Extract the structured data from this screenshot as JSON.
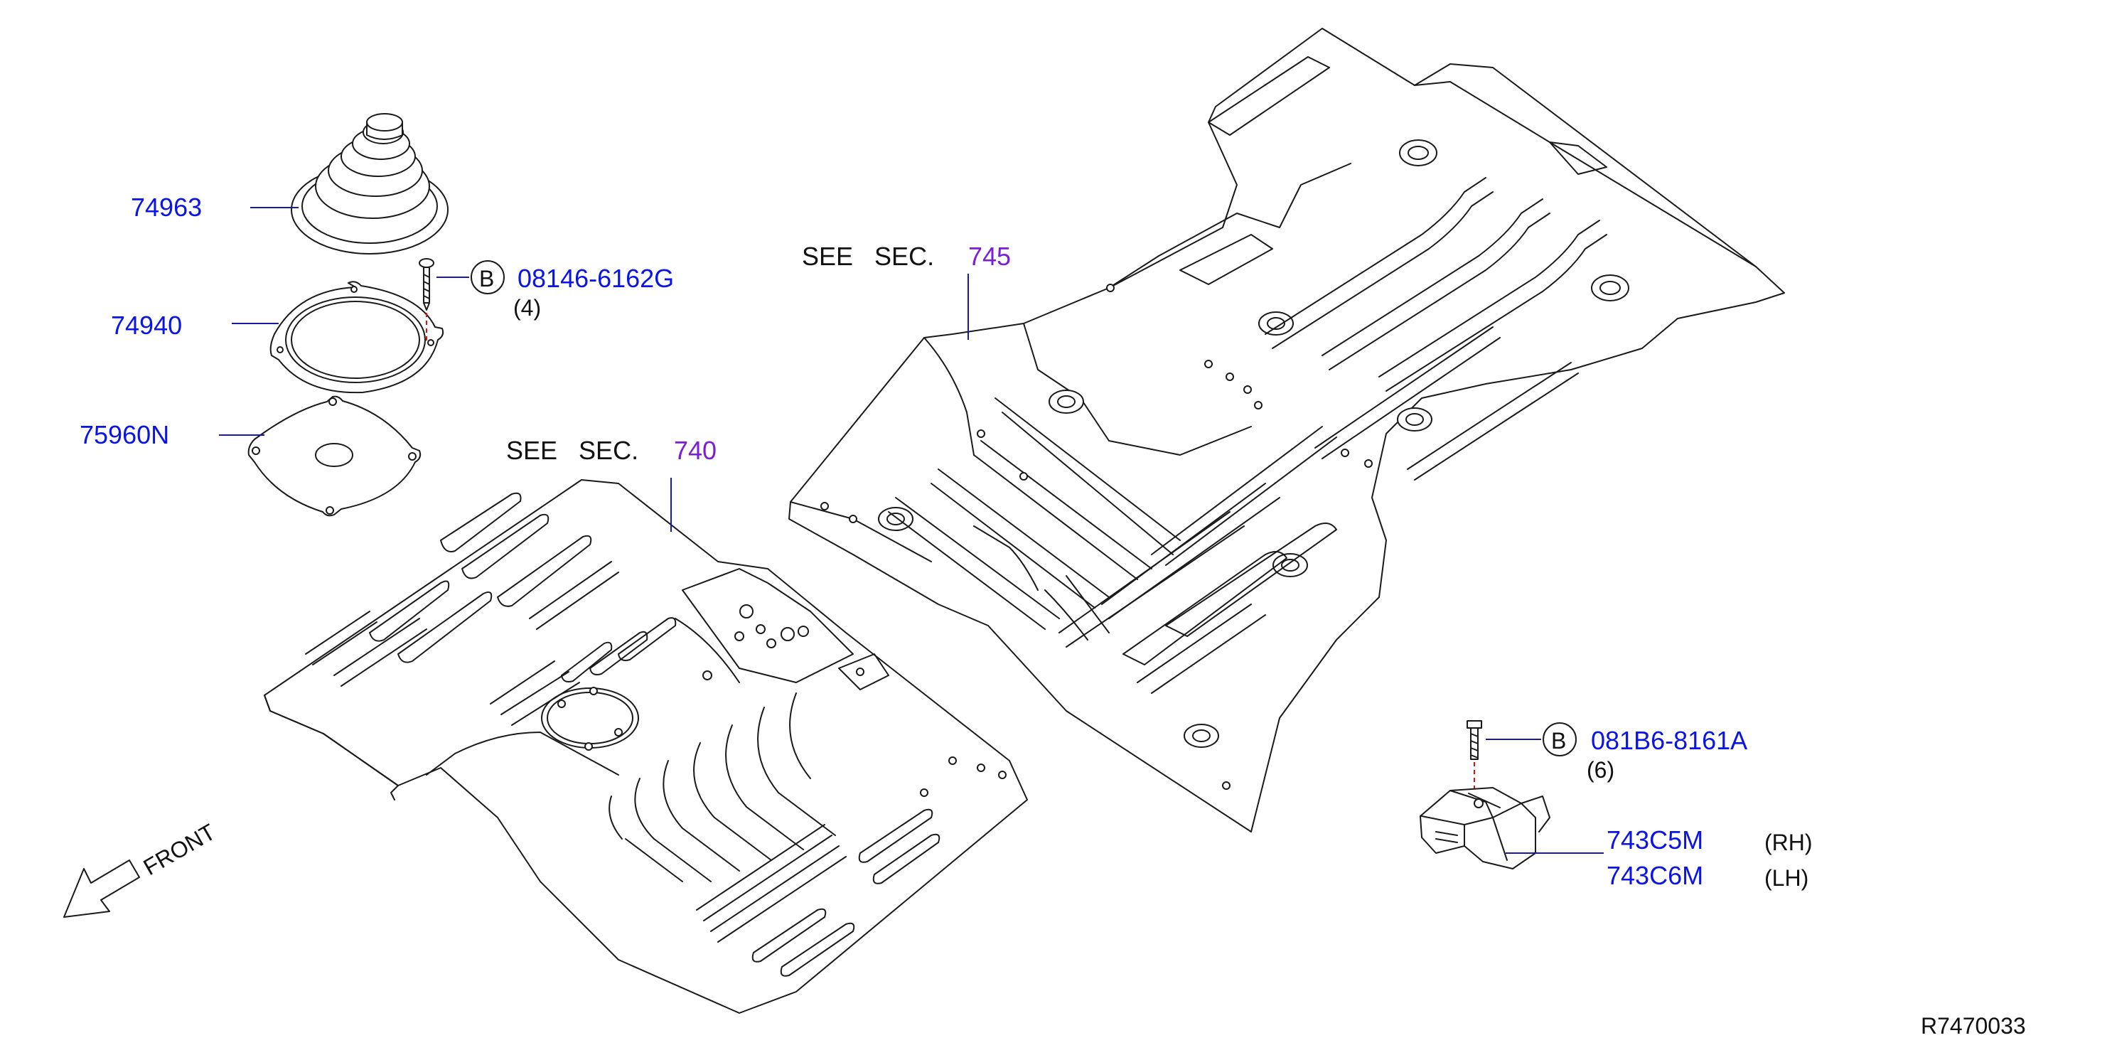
{
  "callouts": {
    "boot": "74963",
    "retainer": "74940",
    "cover": "75960N",
    "bolt_b1": "08146-6162G",
    "bolt_b1_qty": "(4)",
    "bolt_b2": "081B6-8161A",
    "bolt_b2_qty": "(6)",
    "bracket_rh": "743C5M",
    "bracket_lh": "743C6M",
    "rh": "(RH)",
    "lh": "(LH)"
  },
  "refs": {
    "see_sec": "SEE   SEC.",
    "sec_front": "740",
    "sec_rear": "745"
  },
  "circle_letter": "B",
  "front_label": "FRONT",
  "diagram_id": "R7470033",
  "colors": {
    "part_number": "#0a14e6",
    "section_number": "#7a1fd6",
    "leader": "#1a1aa8",
    "alignment_dash": "#e01010"
  }
}
